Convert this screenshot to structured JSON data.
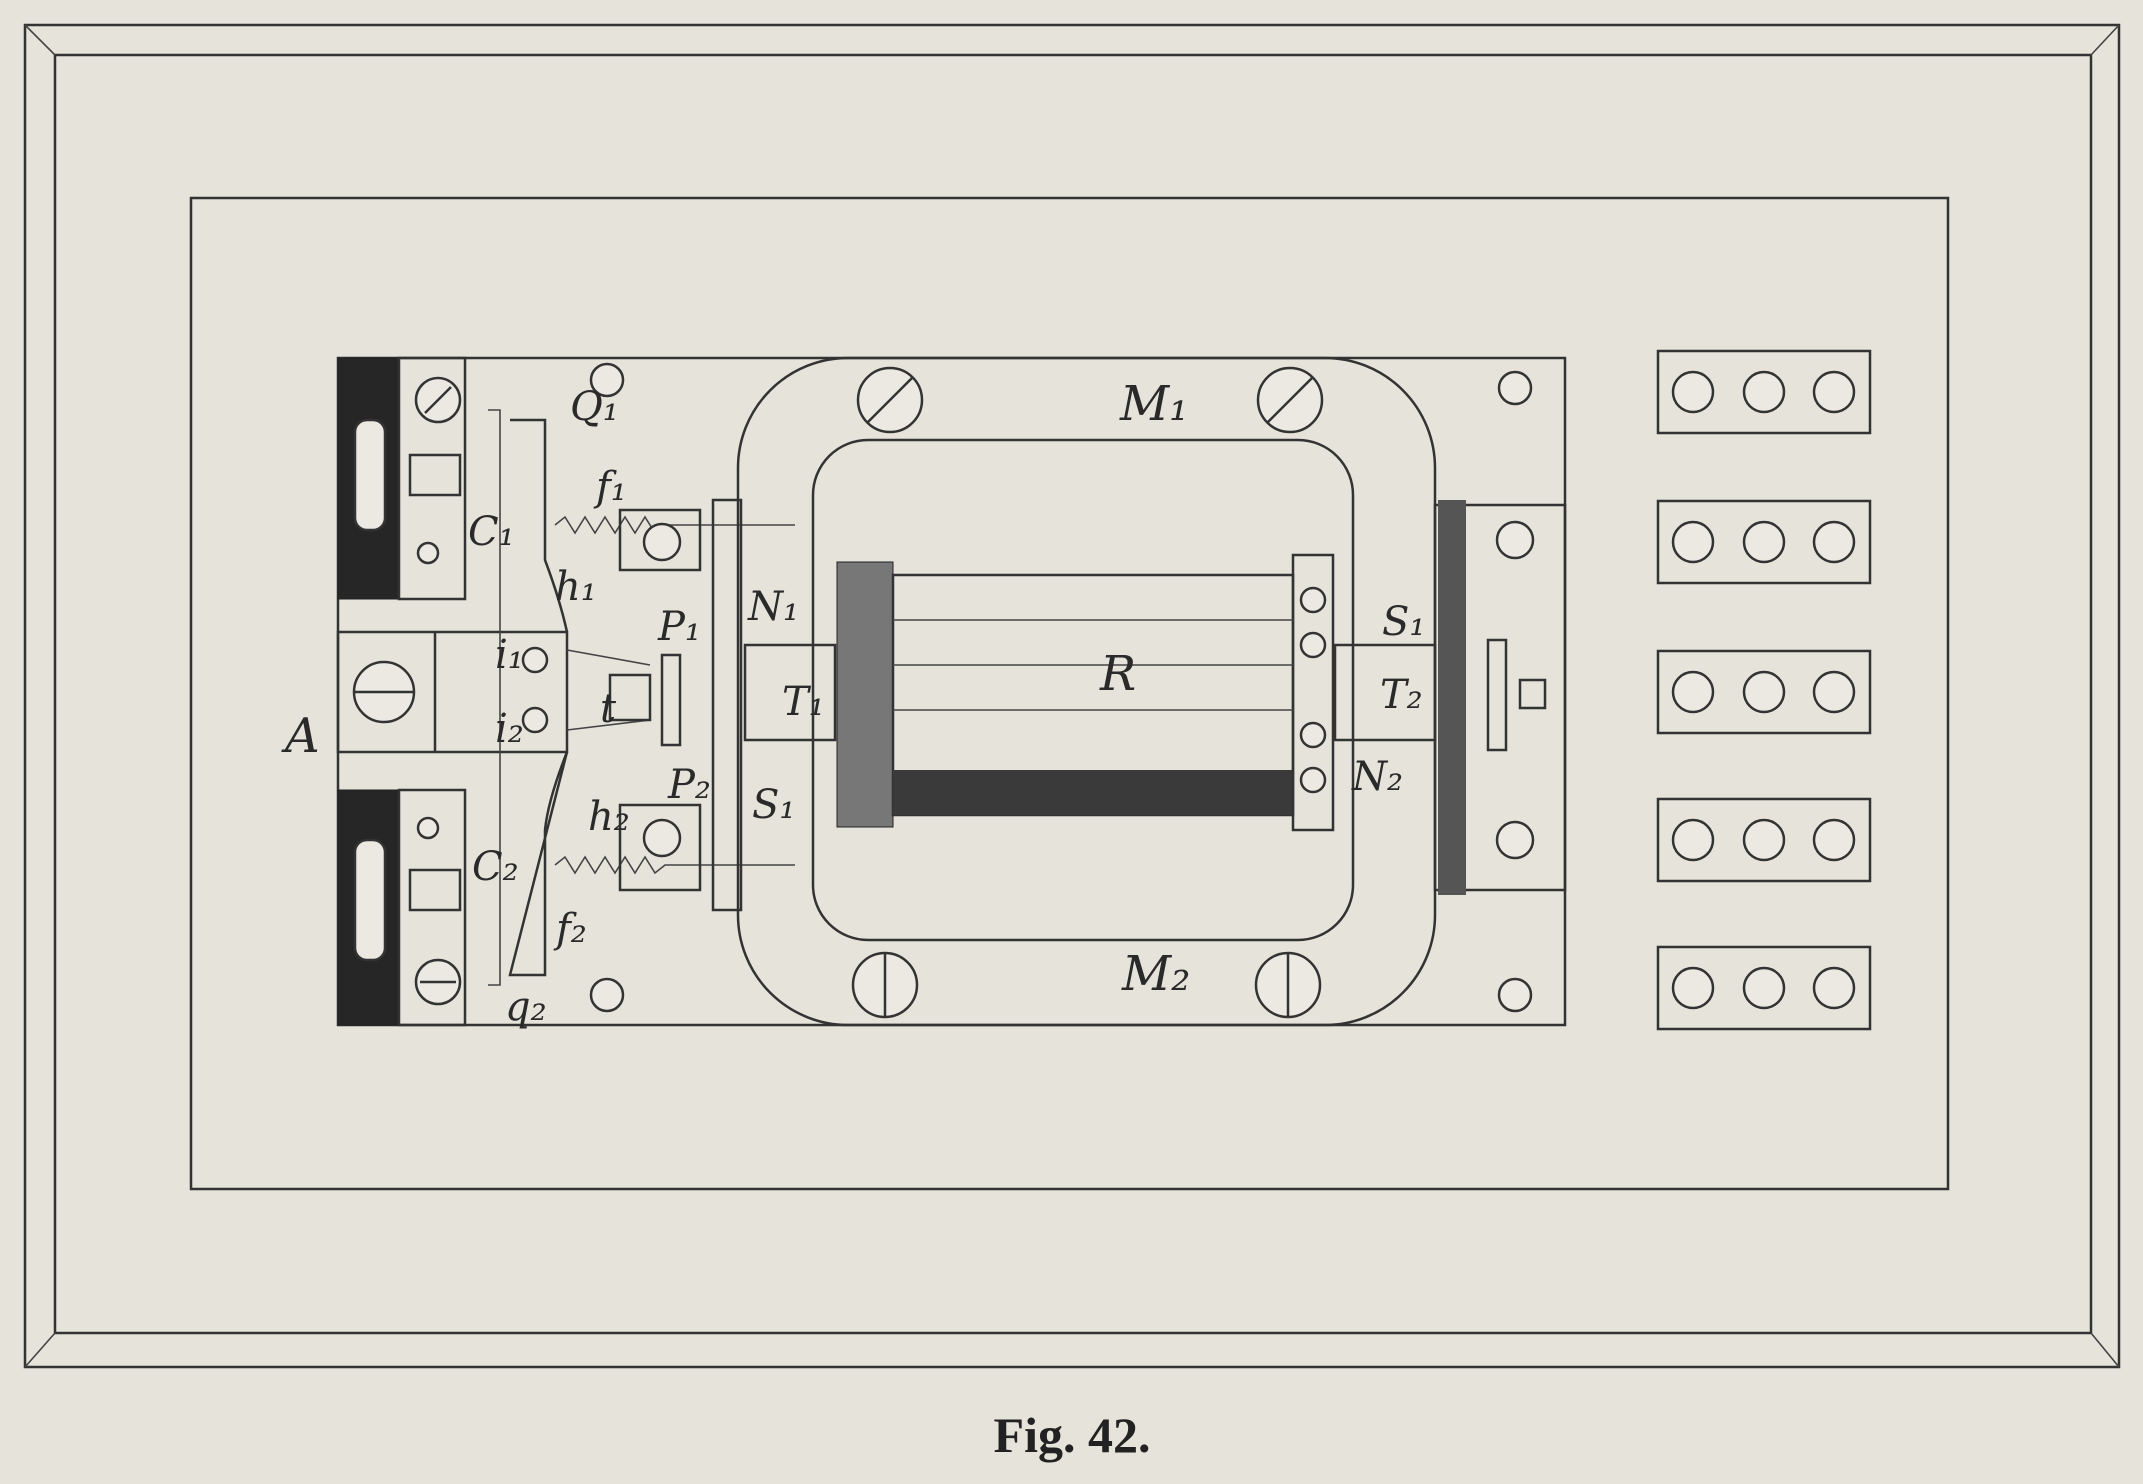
{
  "figure": {
    "caption": "Fig. 42.",
    "labels": {
      "Q1": "Q₁",
      "f1": "f₁",
      "h1": "h₁",
      "C1": "C₁",
      "P1": "P₁",
      "i1": "i₁",
      "i2": "i₂",
      "t": "t",
      "P2": "P₂",
      "h2": "h₂",
      "C2": "C₂",
      "f2": "f₂",
      "q2": "q₂",
      "A": "A",
      "N1": "N₁",
      "S1": "S₁",
      "T1": "T₁",
      "R": "R",
      "M1": "M₁",
      "M2": "M₂",
      "S2": "S₁",
      "T2": "T₂",
      "N2": "N₂"
    },
    "colors": {
      "paper": "#e5e3da",
      "ink": "#262626"
    }
  }
}
